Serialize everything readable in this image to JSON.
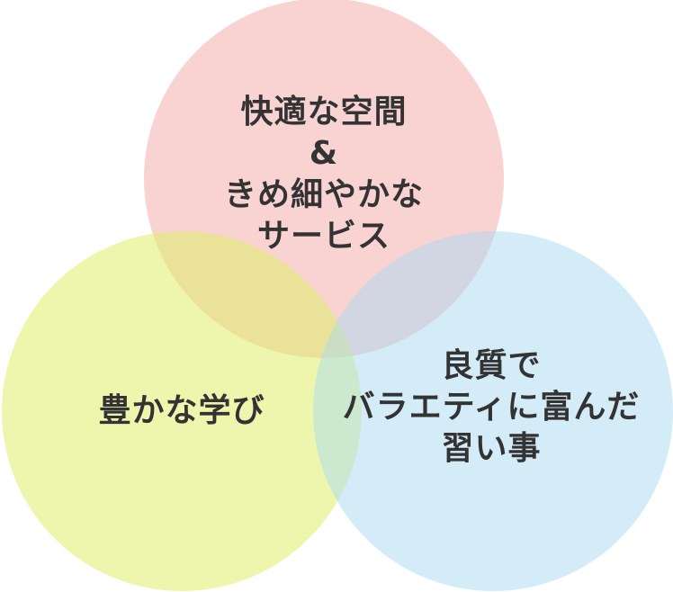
{
  "colors": {
    "top_circle": "#f9d3d3",
    "left_circle": "#eef5a4",
    "right_circle": "#d3ecf8",
    "text": "#333333"
  },
  "circles": {
    "top": {
      "lines": [
        "快適な空間",
        "&",
        "きめ細やかな",
        "サービス"
      ]
    },
    "left": {
      "lines": [
        "豊かな学び"
      ]
    },
    "right": {
      "lines": [
        "良質で",
        "バラエティに富んだ",
        "習い事"
      ]
    }
  }
}
